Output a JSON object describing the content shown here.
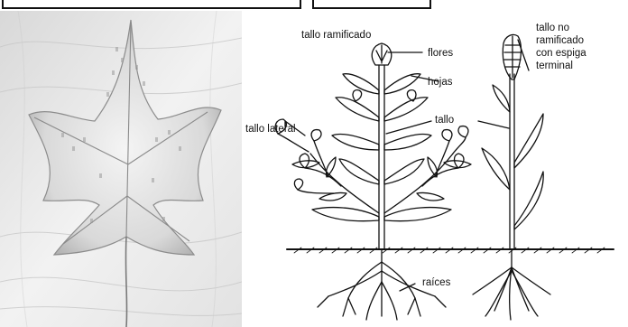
{
  "photo": {
    "subject": "leaf-photo"
  },
  "diagram": {
    "labels": {
      "tallo_ramificado": "tallo ramificado",
      "flores": "flores",
      "hojas": "hojas",
      "tallo": "tallo",
      "tallo_lateral": "tallo lateral",
      "raices": "raíces",
      "tallo_no_1": "tallo no",
      "tallo_no_2": "ramificado",
      "tallo_no_3": "con espiga",
      "tallo_no_4": "terminal"
    }
  },
  "colors": {
    "ink": "#111111",
    "paper": "#ffffff",
    "wood_light": "#eeeeee",
    "leaf_shade": "#bdbdbd"
  }
}
